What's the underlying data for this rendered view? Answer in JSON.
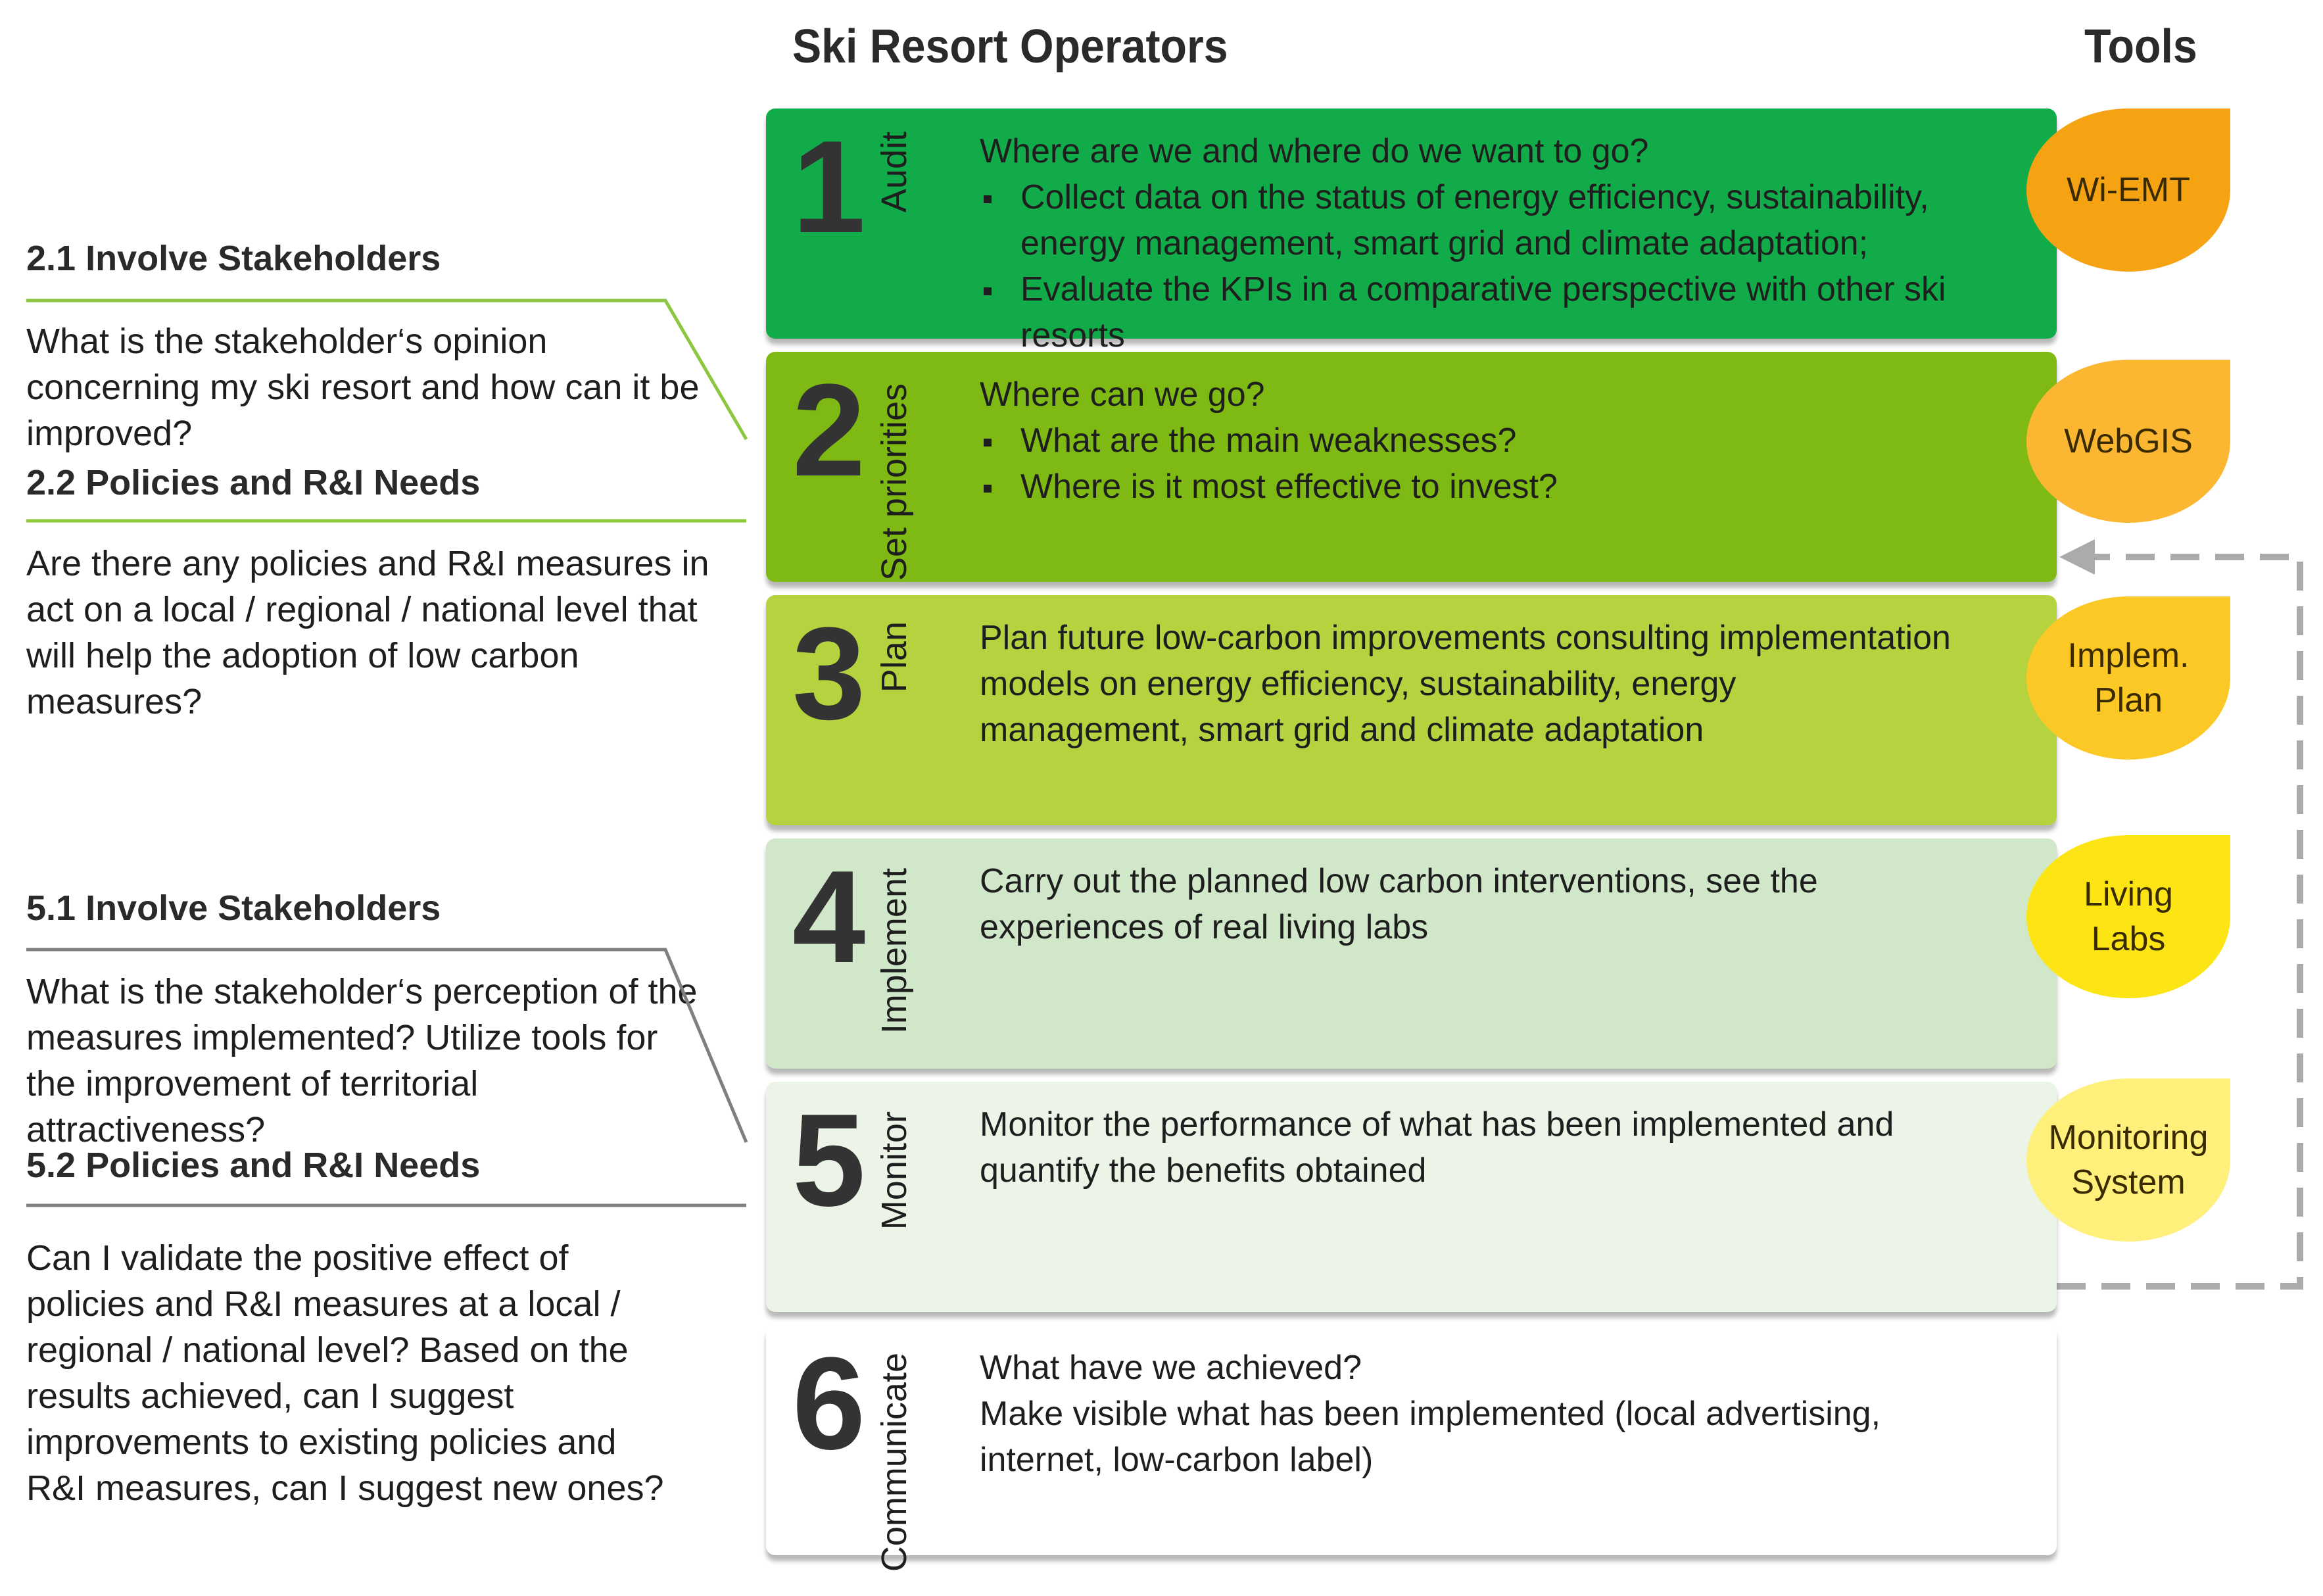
{
  "header": {
    "main_title": "Ski Resort Operators",
    "tools_title": "Tools"
  },
  "left": {
    "s21_title": "2.1 Involve Stakeholders",
    "s21_text": "What is the stakeholder‘s opinion concerning my ski resort and how can it be improved?",
    "s22_title": "2.2 Policies and R&I Needs",
    "s22_text": "Are there any policies and R&I measures in act on a local / regional / national level that will help the adoption of low carbon measures?",
    "s51_title": "5.1 Involve Stakeholders",
    "s51_text": "What is the stakeholder‘s perception of the measures implemented? Utilize tools for the improvement of territorial attractiveness?",
    "s52_title": "5.2 Policies and R&I Needs",
    "s52_text": "Can I validate the positive effect of policies and R&I measures at a local / regional / national level? Based on the results achieved, can I suggest improvements to existing policies and R&I measures, can I suggest new ones?"
  },
  "steps": [
    {
      "number": "1",
      "stage": "Audit",
      "color": "#12ab4a",
      "lines": [
        "Where are we and where do we want to go?"
      ],
      "bullets": [
        "Collect data on the status of energy efficiency, sustainability, energy management, smart grid and climate adaptation;",
        "Evaluate the KPIs in a comparative perspective with other ski resorts"
      ]
    },
    {
      "number": "2",
      "stage": "Set priorities",
      "color": "#7fba14",
      "lines": [
        "Where can we go?"
      ],
      "bullets": [
        "What are the main weaknesses?",
        "Where is it most effective to invest?"
      ]
    },
    {
      "number": "3",
      "stage": "Plan",
      "color": "#b4d33f",
      "lines": [
        "Plan future low-carbon improvements consulting implementation models on energy efficiency, sustainability, energy management, smart grid and climate adaptation"
      ],
      "bullets": []
    },
    {
      "number": "4",
      "stage": "Implement",
      "color": "#d1e7c9",
      "lines": [
        "Carry out the planned low carbon interventions, see the experiences of real living labs"
      ],
      "bullets": []
    },
    {
      "number": "5",
      "stage": "Monitor",
      "color": "#ecf4e8",
      "lines": [
        "Monitor the performance of what has been implemented and quantify the benefits obtained"
      ],
      "bullets": []
    },
    {
      "number": "6",
      "stage": "Communicate",
      "color": "#ffffff",
      "lines": [
        "What have we achieved?",
        "Make visible what has been implemented (local advertising, internet, low-carbon label)"
      ],
      "bullets": []
    }
  ],
  "tools": [
    {
      "label": "Wi-EMT",
      "color": "#f5a313"
    },
    {
      "label": "WebGIS",
      "color": "#fbb732"
    },
    {
      "label": "Implem. Plan",
      "color": "#fcc825"
    },
    {
      "label": "Living Labs",
      "color": "#fde515"
    },
    {
      "label": "Monitoring System",
      "color": "#fff07c"
    }
  ],
  "colors": {
    "connector_green": "#8dc63f",
    "connector_gray": "#7f7f7f",
    "loop_arrow": "#ababab"
  }
}
